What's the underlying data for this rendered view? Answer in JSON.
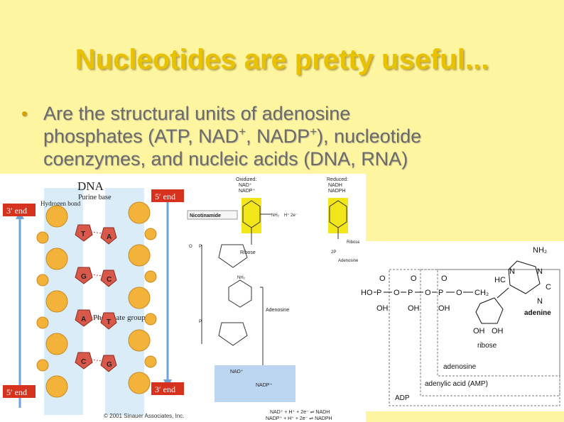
{
  "slide": {
    "title": "Nucleotides are pretty useful...",
    "bullet": {
      "line1": "Are the structural units of adenosine",
      "line2_a": "phosphates (ATP, NAD",
      "sup1": "+",
      "line2_b": ", NADP",
      "sup2": "+",
      "line2_c": "), nucleotide",
      "line3": "coenzymes, and nucleic acids (DNA, RNA)"
    }
  },
  "dna_figure": {
    "title": "DNA",
    "purine_base": "Purine base",
    "hydrogen_bond": "Hydrogen bond",
    "five_end_top": "5′ end",
    "three_end_top": "3′ end",
    "five_end_bottom": "5′ end",
    "three_end_bottom": "3′ end",
    "phosphate_group": "Phosphate group",
    "copyright": "© 2001 Sinauer Associates, Inc.",
    "base_letters": [
      "T",
      "A",
      "G",
      "C",
      "A",
      "T",
      "C",
      "G"
    ],
    "colors": {
      "strand": "#d9ecf8",
      "sugar": "#f3b23a",
      "base_red": "#d8584a",
      "end_label": "#d7321e"
    }
  },
  "nad_figure": {
    "oxidized": "Oxidized:",
    "oxidized_1": "NAD⁺",
    "oxidized_2": "NADP⁺",
    "reduced": "Reduced:",
    "reduced_1": "NADH",
    "reduced_2": "NADPH",
    "nicotinamide": "Nicotinamide",
    "ribose": "Ribose",
    "ribose_small": "Ribose",
    "two_p": "2P",
    "adenosine_small": "Adenosine",
    "adenosine": "Adenosine",
    "h_plus_2e": "H⁺  2e⁻",
    "nh2": "NH₂",
    "nad_label": "NAD⁺",
    "nadp_label": "NADP⁺",
    "eq1": "NAD⁺ + H⁺ + 2e⁻ ⇌ NADH",
    "eq2": "NADP⁺ + H⁺ + 2e⁻ ⇌ NADPH",
    "colors": {
      "highlight": "#f2e51a",
      "box": "#bcd6f2"
    }
  },
  "atp_figure": {
    "nh2": "NH₂",
    "adenine": "adenine",
    "ribose": "ribose",
    "adenosine": "adenosine",
    "amp": "adenylic acid (AMP)",
    "adp": "ADP",
    "ho": "HO",
    "p": "P",
    "oh": "OH",
    "ch2": "CH₂",
    "o": "O",
    "n": "N",
    "c": "C",
    "h": "H",
    "hc": "HC"
  }
}
